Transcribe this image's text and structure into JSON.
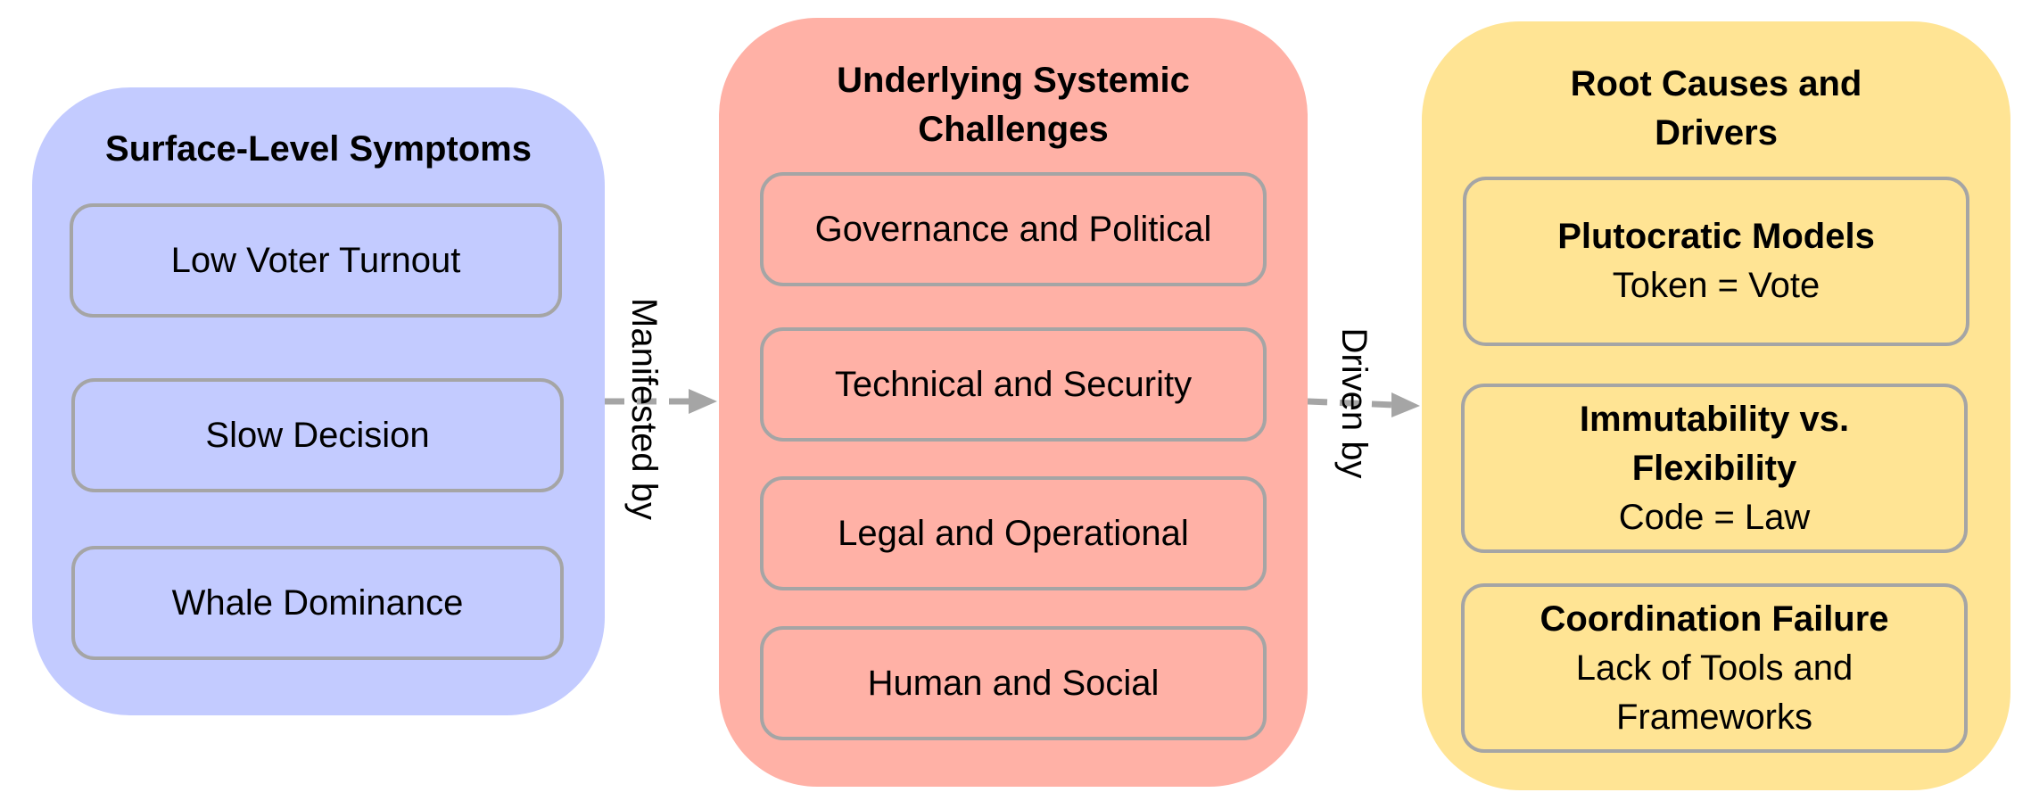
{
  "colors": {
    "symptoms_fill": "#c3cbff",
    "challenges_fill": "#ffb1a6",
    "causes_fill": "#ffe494",
    "box_border": "#a5a5a5",
    "connector": "#a5a5a5"
  },
  "symptoms": {
    "title": "Surface-Level Symptoms",
    "items": [
      "Low Voter Turnout",
      "Slow Decision",
      "Whale Dominance"
    ]
  },
  "challenges": {
    "title_line1": "Underlying Systemic",
    "title_line2": "Challenges",
    "items": [
      "Governance and Political",
      "Technical and Security",
      "Legal and Operational",
      "Human and Social"
    ]
  },
  "causes": {
    "title_line1": "Root Causes and",
    "title_line2": "Drivers",
    "items": [
      {
        "title": "Plutocratic Models",
        "desc_line1": "Token = Vote"
      },
      {
        "title_line1": "Immutability vs.",
        "title_line2": "Flexibility",
        "desc_line1": "Code = Law"
      },
      {
        "title": "Coordination Failure",
        "desc_line1": "Lack of Tools and",
        "desc_line2": "Frameworks"
      }
    ]
  },
  "connectors": {
    "first_label": "Manifested by",
    "second_label": "Driven by"
  }
}
